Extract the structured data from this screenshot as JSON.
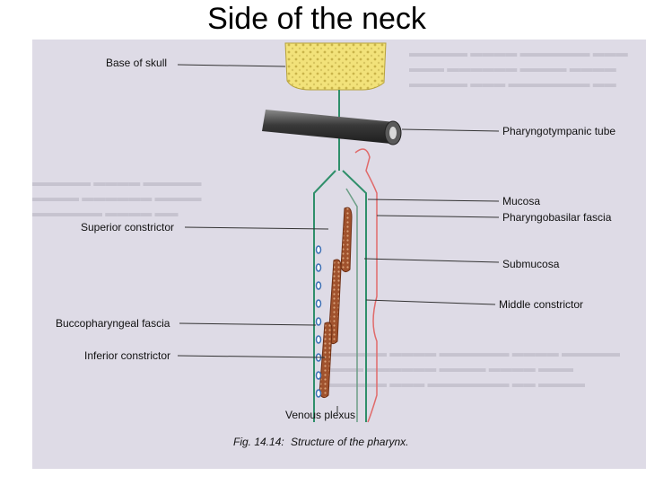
{
  "title": "Side of the neck",
  "diagram": {
    "labels": {
      "base_of_skull": "Base of skull",
      "pharyngotympanic_tube": "Pharyngotympanic tube",
      "mucosa": "Mucosa",
      "pharyngobasilar_fascia": "Pharyngobasilar fascia",
      "superior_constrictor": "Superior constrictor",
      "submucosa": "Submucosa",
      "middle_constrictor": "Middle constrictor",
      "buccopharyngeal_fascia": "Buccopharyngeal fascia",
      "inferior_constrictor": "Inferior constrictor",
      "venous_plexus": "Venous plexus"
    },
    "caption_prefix": "Fig. 14.14:",
    "caption_text": "Structure of the pharynx.",
    "colors": {
      "skull": "#f2e27a",
      "tube": "#4a4a4a",
      "mucosa_line": "#2f8f6a",
      "muscle": "#a0522d",
      "venous": "#3b6fb5",
      "fascia_line": "#e06a6a",
      "background": "#dedbe6"
    }
  }
}
